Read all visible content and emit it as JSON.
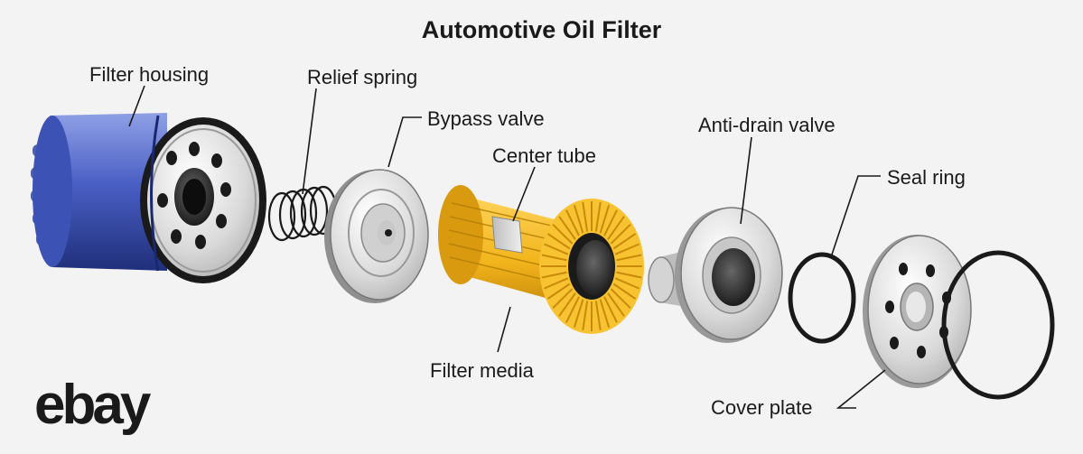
{
  "title": "Automotive Oil Filter",
  "labels": {
    "filter_housing": "Filter housing",
    "relief_spring": "Relief spring",
    "bypass_valve": "Bypass valve",
    "center_tube": "Center tube",
    "filter_media": "Filter media",
    "anti_drain_valve": "Anti-drain valve",
    "seal_ring": "Seal ring",
    "cover_plate": "Cover plate"
  },
  "logo_text": "ebay",
  "colors": {
    "background": "#f3f3f3",
    "housing_blue": "#3f56b8",
    "media_yellow": "#f2b51c",
    "metal_grey": "#d8d8d8",
    "ring_black": "#1a1a1a"
  }
}
